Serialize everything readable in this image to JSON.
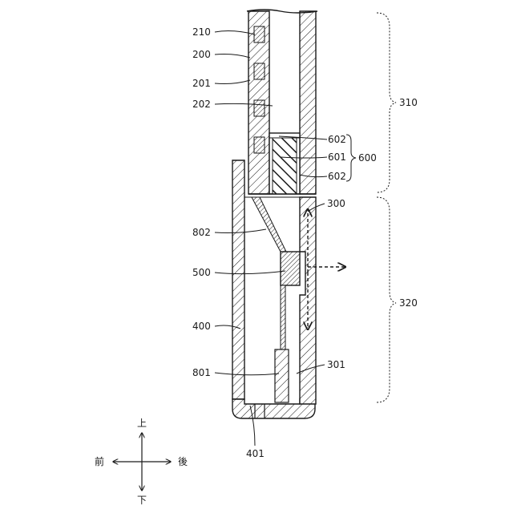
{
  "labels": {
    "l210": "210",
    "l200": "200",
    "l201": "201",
    "l202": "202",
    "l310": "310",
    "l602a": "602",
    "l601": "601",
    "l600": "600",
    "l602b": "602",
    "l300": "300",
    "l802": "802",
    "l500": "500",
    "l320": "320",
    "l400": "400",
    "l801": "801",
    "l301": "301",
    "l401": "401"
  },
  "directions": {
    "up": "上",
    "down": "下",
    "front": "前",
    "back": "後"
  }
}
